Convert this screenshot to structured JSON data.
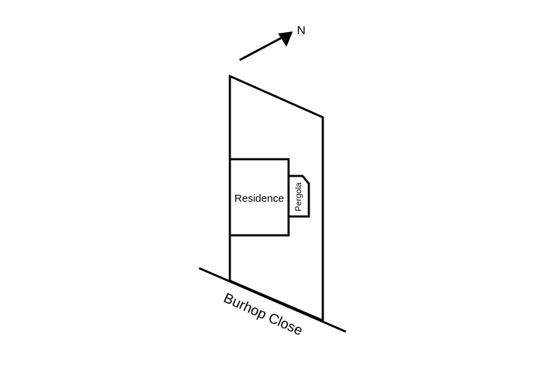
{
  "north_arrow": {
    "label": "N",
    "icon": "north-arrow-icon"
  },
  "lot": {
    "residence_label": "Residence",
    "pergola_label": "Pergola"
  },
  "street": {
    "name": "Burhop Close"
  },
  "colors": {
    "line": "#000000",
    "background": "#ffffff"
  }
}
